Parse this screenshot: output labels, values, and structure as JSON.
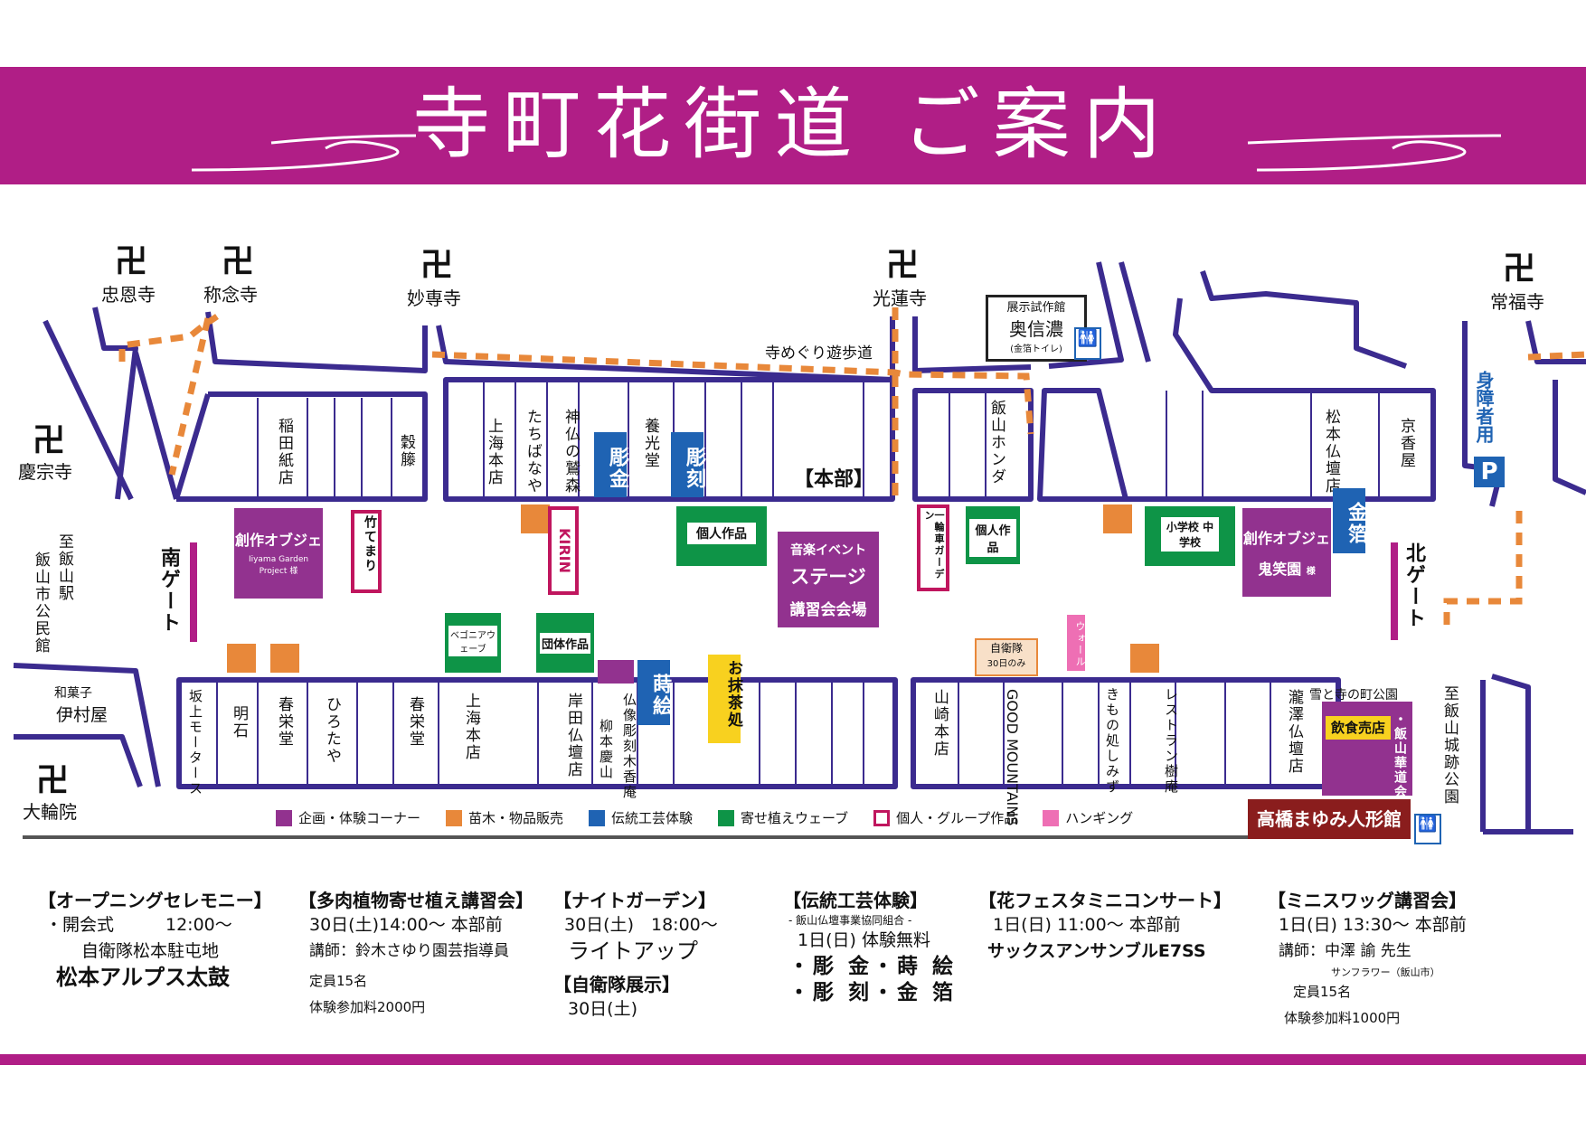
{
  "title": "寺町花街道 ご案内",
  "temples": {
    "chuonji": "忠恩寺",
    "shonenji": "称念寺",
    "myosenji": "妙専寺",
    "korenji": "光蓮寺",
    "jofukuji": "常福寺",
    "keishuji": "慶宗寺",
    "dairinin": "大輪院"
  },
  "temple_symbol": "卍",
  "map": {
    "walkway": "寺めぐり遊歩道",
    "south_gate": "南ゲート",
    "north_gate": "北ゲート",
    "to_station": "至飯山駅",
    "community_hall": "飯山市公民館",
    "to_castle_park": "至飯山城跡公園",
    "okushinano_sub": "展示試作館",
    "okushinano": "奥信濃",
    "okushinano_note": "(金箔トイレ)",
    "barrier_free": "身障者用",
    "parking": "P",
    "honbu": "【本部】",
    "wagashi": "和菓子",
    "imuraya": "伊村屋",
    "takahashi": "高橋まゆみ人形館"
  },
  "north_shops": [
    "稲田紙店",
    "穀籐",
    "上海本店",
    "たちばなや",
    "神仏の鷲森",
    "養光堂",
    "飯山ホンダ",
    "松本仏壇店",
    "京香屋"
  ],
  "south_shops": [
    "坂上モータース",
    "明石",
    "春栄堂",
    "ひろたや",
    "春栄堂",
    "上海本店",
    "岸田仏壇店",
    "仏像彫刻木香庵",
    "柳本慶山",
    "山崎本店",
    "GOOD MOUNTAINS",
    "きもの処しみず",
    "レストラン樹庵",
    "瀧澤仏壇店"
  ],
  "boxes": {
    "choukin": "彫金",
    "chokoku": "彫刻",
    "makie": "蒔絵",
    "kinpaku": "金箔",
    "sousaku1_title": "創作オブジェ",
    "sousaku1_sub": "Iiyama Garden Project",
    "sousaku1_sama": "様",
    "sousaku2_title": "創作オブジェ",
    "sousaku2_sub": "鬼笑園",
    "sousaku2_sama": "様",
    "stage_line1": "音楽イベント",
    "stage_line2": "ステージ",
    "stage_line3": "講習会会場",
    "kojin1": "個人作品",
    "kojin2": "個人作品",
    "school": "小学校 中学校",
    "begonia": "ベゴニアウェーブ",
    "dantai": "団体作品",
    "taketemari": "竹てまり",
    "kirin": "KIRIN",
    "ichirinsha": "一輪車ガーデン",
    "wall": "ウォール",
    "jieitai": "自衛隊",
    "jieitai_sub": "30日のみ",
    "omatcha": "お抹茶処",
    "snow_park": "雪と寺の町公園",
    "food": "飲食売店",
    "iiyama_kadou": "・飯山華道会"
  },
  "legend": [
    {
      "label": "企画・体験コーナー",
      "color": "#92328f"
    },
    {
      "label": "苗木・物品販売",
      "color": "#e8883a"
    },
    {
      "label": "伝統工芸体験",
      "color": "#1f63b3"
    },
    {
      "label": "寄せ植えウェーブ",
      "color": "#0e9447"
    },
    {
      "label": "個人・グループ作品",
      "color": "#ffffff"
    },
    {
      "label": "ハンギング",
      "color": "#ee6fb4"
    }
  ],
  "events": {
    "e1": {
      "title": "【オープニングセレモニー】",
      "l1": "・開会式　　　12:00〜",
      "l2": "自衛隊松本駐屯地",
      "l3": "松本アルプス太鼓"
    },
    "e2": {
      "title": "【多肉植物寄せ植え講習会】",
      "l1": "30日(土)14:00〜 本部前",
      "l2": "講師：鈴木さゆり園芸指導員",
      "l3": "定員15名",
      "l4": "体験参加料2000円"
    },
    "e3": {
      "title": "【ナイトガーデン】",
      "l1": "30日(土)　18:00〜",
      "l2": "ライトアップ",
      "title2": "【自衛隊展示】",
      "l3": "30日(土)"
    },
    "e4": {
      "title": "【伝統工芸体験】",
      "sub": "- 飯山仏壇事業協同組合 -",
      "l1": "1日(日) 体験無料",
      "l2": "・彫 金・蒔 絵",
      "l3": "・彫 刻・金 箔"
    },
    "e5": {
      "title": "【花フェスタミニコンサート】",
      "l1": "1日(日) 11:00〜 本部前",
      "l2": "サックスアンサンブルE7SS"
    },
    "e6": {
      "title": "【ミニスワッグ講習会】",
      "l1": "1日(日) 13:30〜 本部前",
      "l2": "講師：中澤 諭 先生",
      "l3": "サンフラワー（飯山市）",
      "l4": "定員15名",
      "l5": "体験参加料1000円"
    }
  }
}
